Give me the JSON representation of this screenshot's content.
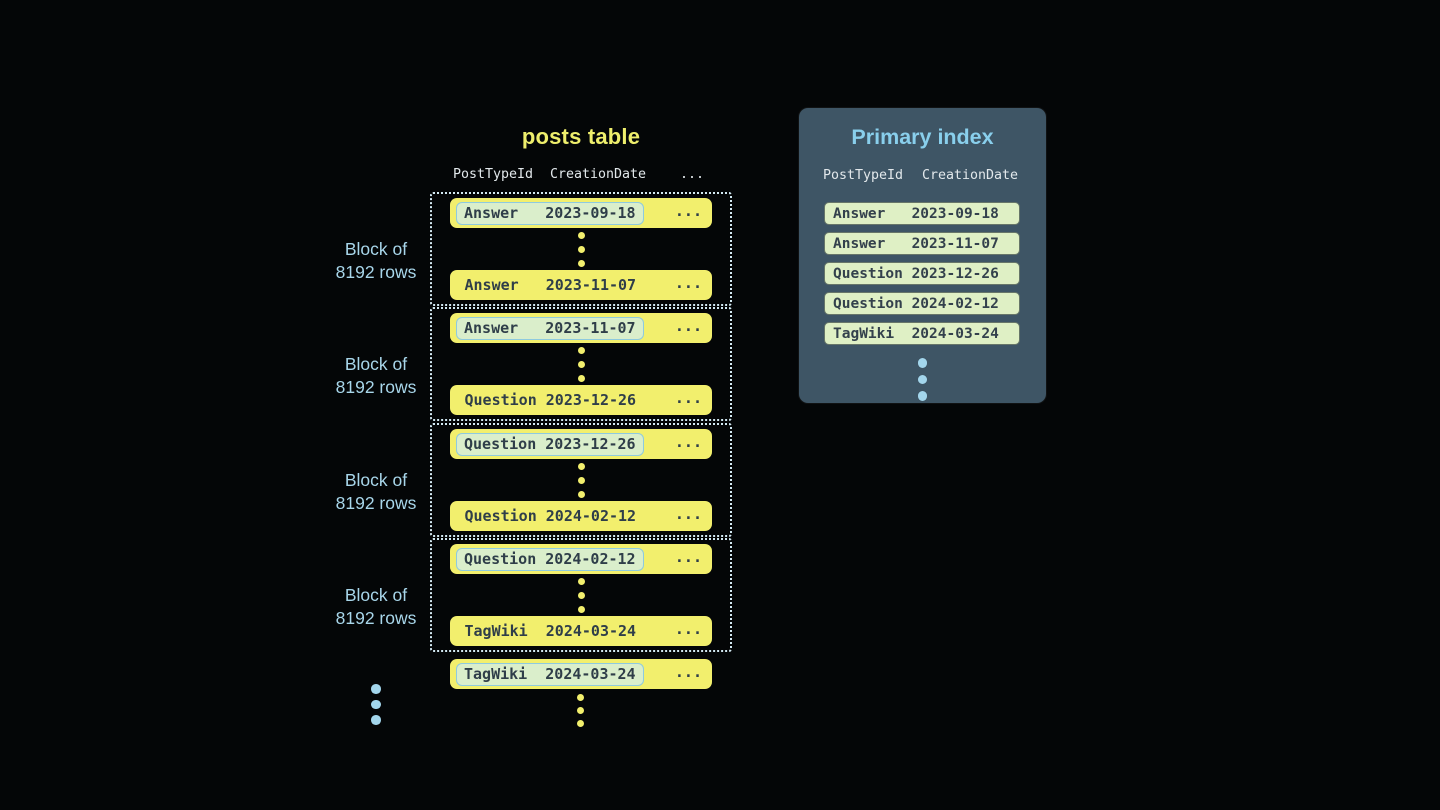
{
  "posts_table": {
    "title": "posts table",
    "columns": [
      "PostTypeId",
      "CreationDate"
    ],
    "ellipsis": "...",
    "block_label_line1": "Block of",
    "block_label_line2": "8192 rows",
    "blocks": [
      {
        "first": {
          "type": "Answer",
          "date": "2023-09-18"
        },
        "last": {
          "type": "Answer",
          "date": "2023-11-07"
        }
      },
      {
        "first": {
          "type": "Answer",
          "date": "2023-11-07"
        },
        "last": {
          "type": "Question",
          "date": "2023-12-26"
        }
      },
      {
        "first": {
          "type": "Question",
          "date": "2023-12-26"
        },
        "last": {
          "type": "Question",
          "date": "2024-02-12"
        }
      },
      {
        "first": {
          "type": "Question",
          "date": "2024-02-12"
        },
        "last": {
          "type": "TagWiki",
          "date": "2024-03-24"
        }
      }
    ],
    "overflow_row": {
      "type": "TagWiki",
      "date": "2024-03-24"
    }
  },
  "primary_index": {
    "title": "Primary index",
    "columns": [
      "PostTypeId",
      "CreationDate"
    ],
    "rows": [
      {
        "type": "Answer",
        "date": "2023-09-18"
      },
      {
        "type": "Answer",
        "date": "2023-11-07"
      },
      {
        "type": "Question",
        "date": "2023-12-26"
      },
      {
        "type": "Question",
        "date": "2024-02-12"
      },
      {
        "type": "TagWiki",
        "date": "2024-03-24"
      }
    ]
  },
  "colors": {
    "background": "#040607",
    "row_yellow": "#f2ef6d",
    "row_text": "#2f3e49",
    "highlight_green": "#daeecb",
    "highlight_border": "#8ecadf",
    "block_dotted_border": "#d3e9f2",
    "block_label_blue": "#a8d6ea",
    "panel_background": "#3e5565",
    "panel_title_blue": "#89cfec",
    "index_row_green": "#dff0c5",
    "header_text": "#e2e8eb"
  }
}
